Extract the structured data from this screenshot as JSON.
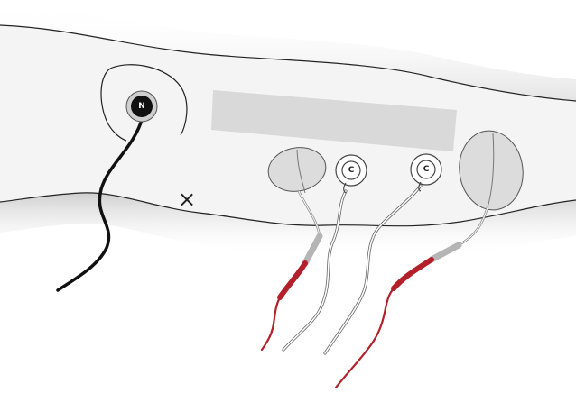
{
  "illustration": {
    "electrodes": {
      "neutral": {
        "label": "N",
        "color": "#111111"
      },
      "current_left": {
        "label": "C",
        "color": "#ffffff"
      },
      "current_right": {
        "label": "C",
        "color": "#ffffff"
      }
    },
    "marker_symbol": "×",
    "colors": {
      "skin": "#f4f4f4",
      "outline": "#222222",
      "pad": "#dcdcdc",
      "label_strip": "#d9d9d9",
      "lead_black": "#111111",
      "lead_white": "#ffffff",
      "lead_red": "#b3202a",
      "connector_grey": "#b5b5b5"
    }
  }
}
